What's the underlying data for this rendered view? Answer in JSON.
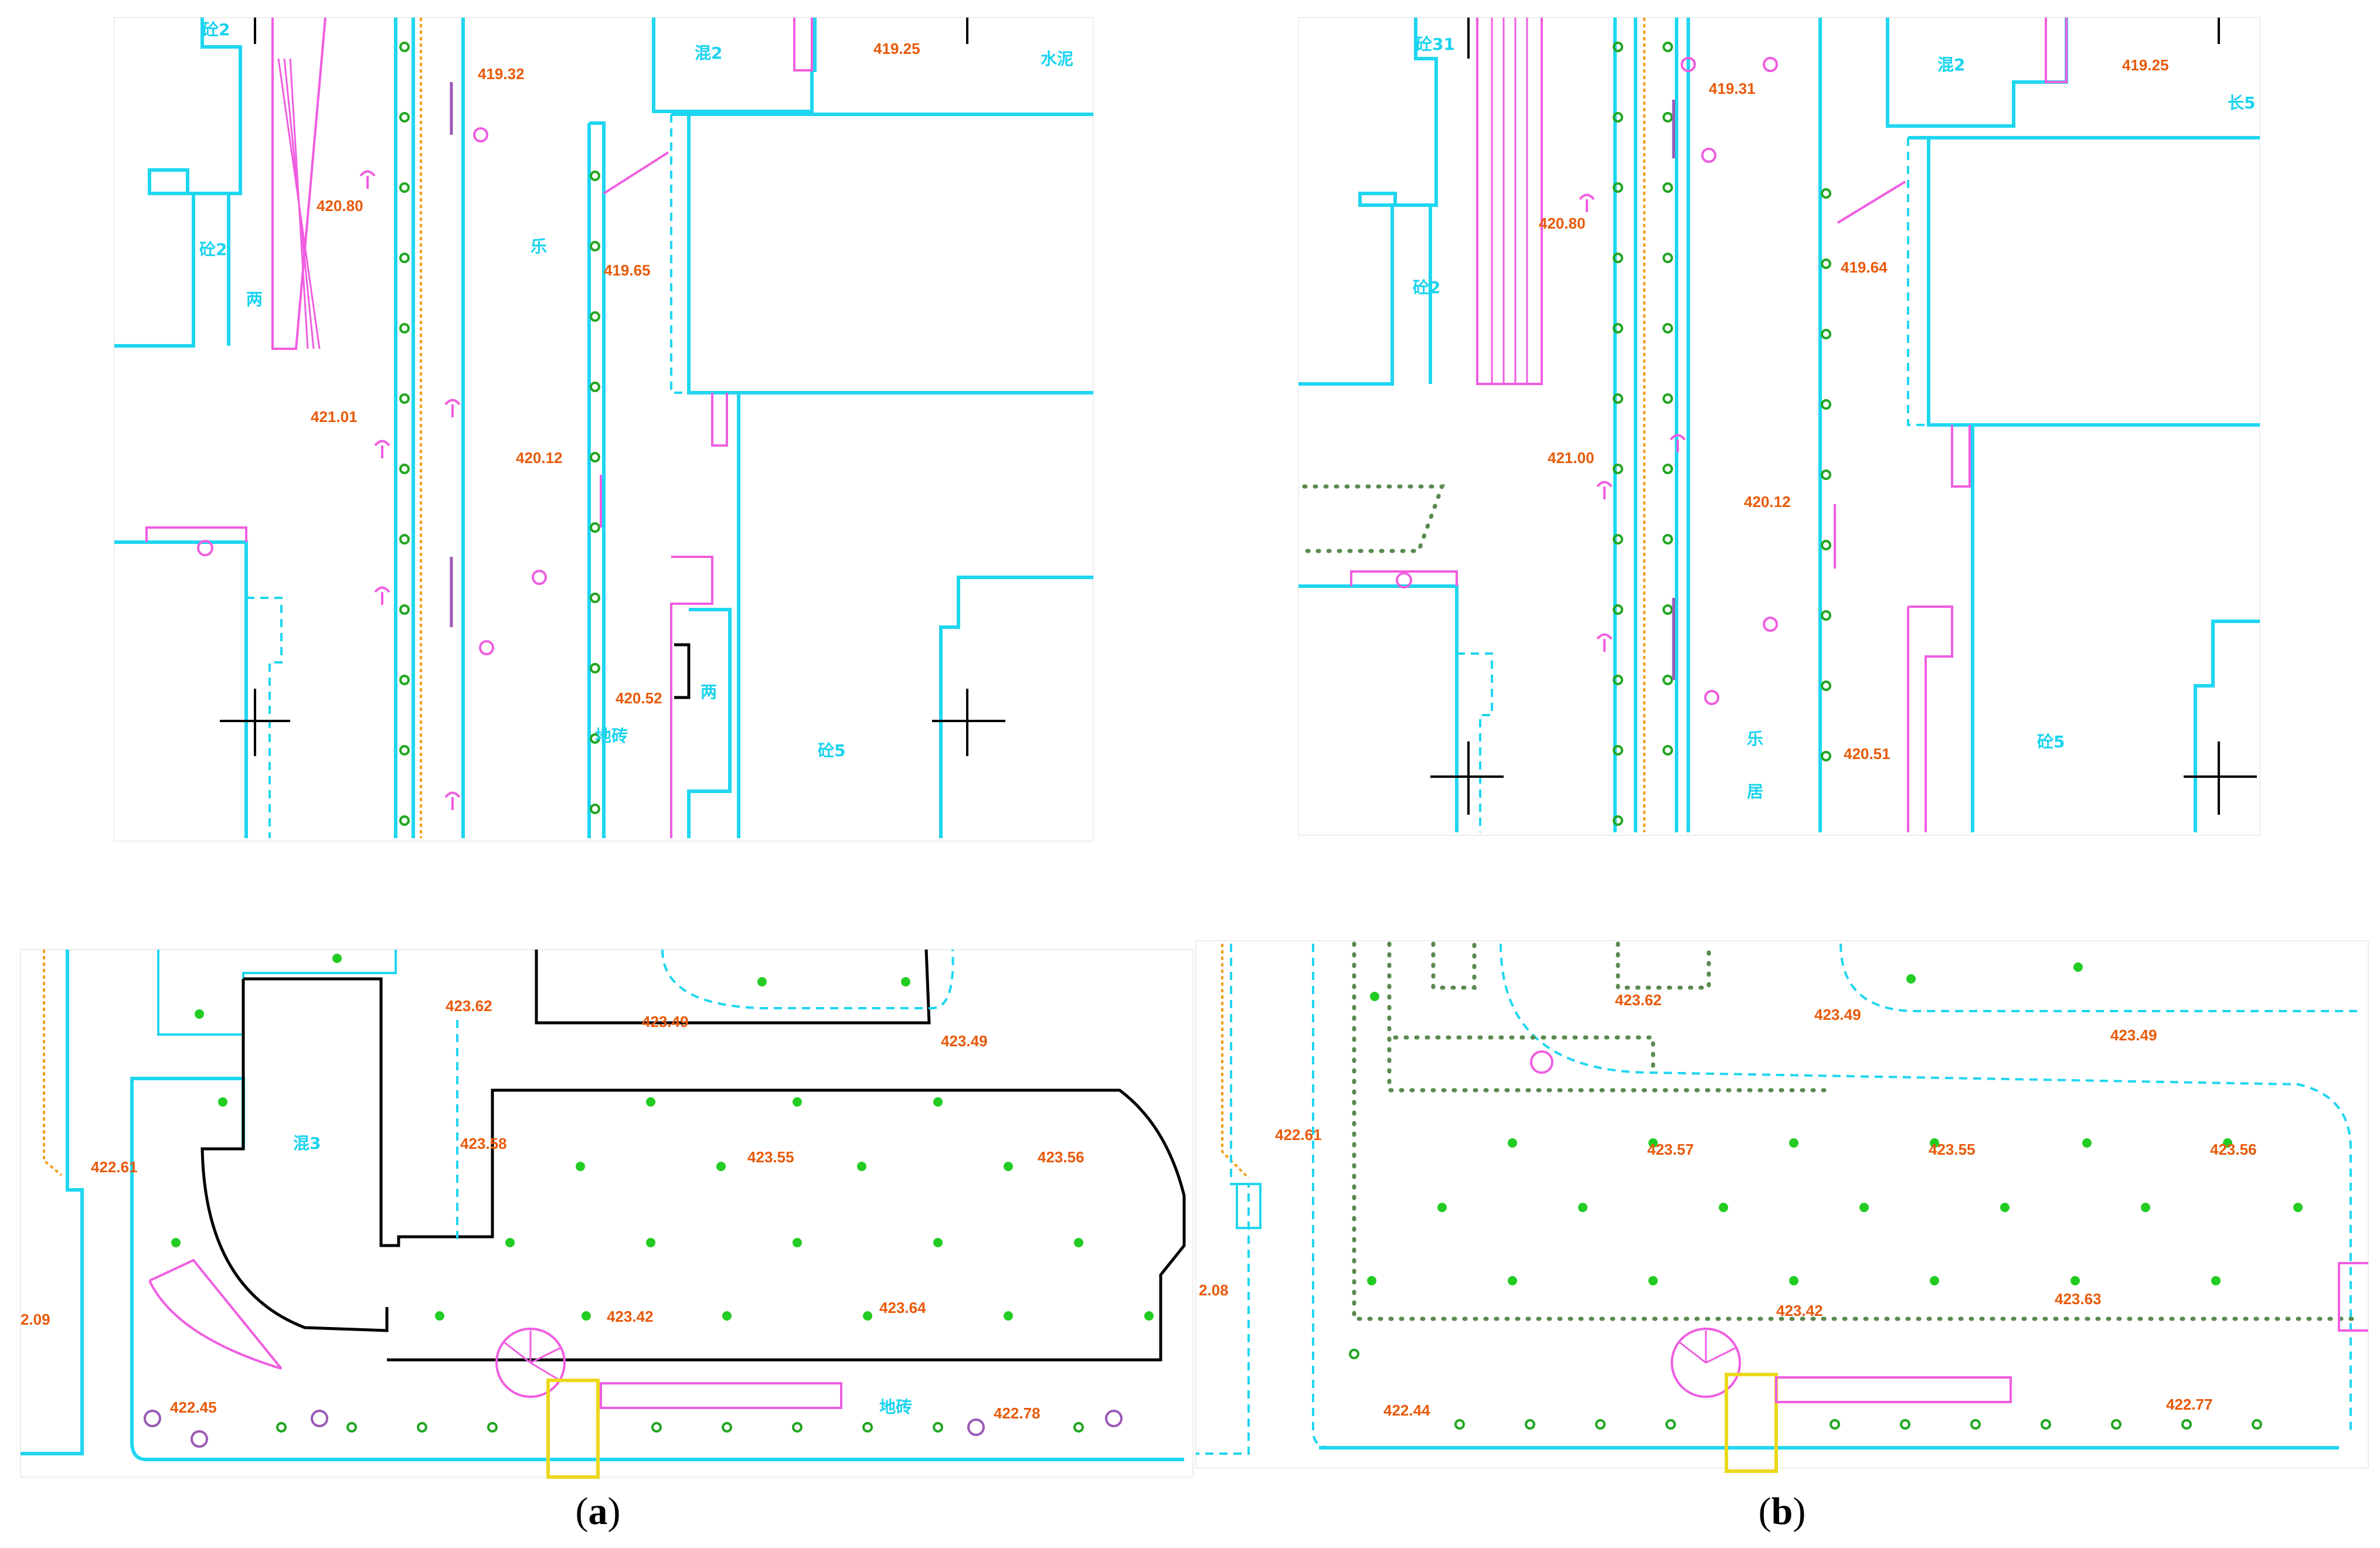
{
  "panels": {
    "a_top": {
      "elevations": [
        "419.32",
        "419.25",
        "420.80",
        "419.65",
        "421.01",
        "420.12",
        "420.52"
      ],
      "labels": [
        "砼2",
        "混2",
        "水泥",
        "砼2",
        "砼5",
        "地砖",
        "两",
        "两",
        "乐"
      ]
    },
    "b_top": {
      "elevations": [
        "419.31",
        "419.25",
        "420.80",
        "419.64",
        "421.00",
        "420.12",
        "420.51"
      ],
      "labels": [
        "砼31",
        "混2",
        "长5",
        "砼2",
        "砼5",
        "乐",
        "居"
      ]
    },
    "a_bottom": {
      "elevations": [
        "423.62",
        "423.49",
        "423.49",
        "422.61",
        "423.58",
        "423.55",
        "423.56",
        "423.42",
        "423.64",
        "422.45",
        "422.78",
        "2.09"
      ],
      "labels": [
        "混3",
        "地砖"
      ]
    },
    "b_bottom": {
      "elevations": [
        "423.62",
        "423.49",
        "423.49",
        "422.61",
        "423.57",
        "423.55",
        "423.56",
        "423.42",
        "423.63",
        "422.44",
        "422.77",
        "2.08"
      ],
      "labels": []
    }
  },
  "captions": {
    "a": {
      "open": "(",
      "letter": "a",
      "close": ")"
    },
    "b": {
      "open": "(",
      "letter": "b",
      "close": ")"
    }
  },
  "colors": {
    "building_lines": "#1fd6f0",
    "elevation_text": "#e85a0a",
    "symbols": "#f05de0",
    "vegetation": "#22cc22",
    "boundary_black": "#000000",
    "dotted_boundary": "#5a8a4e"
  }
}
